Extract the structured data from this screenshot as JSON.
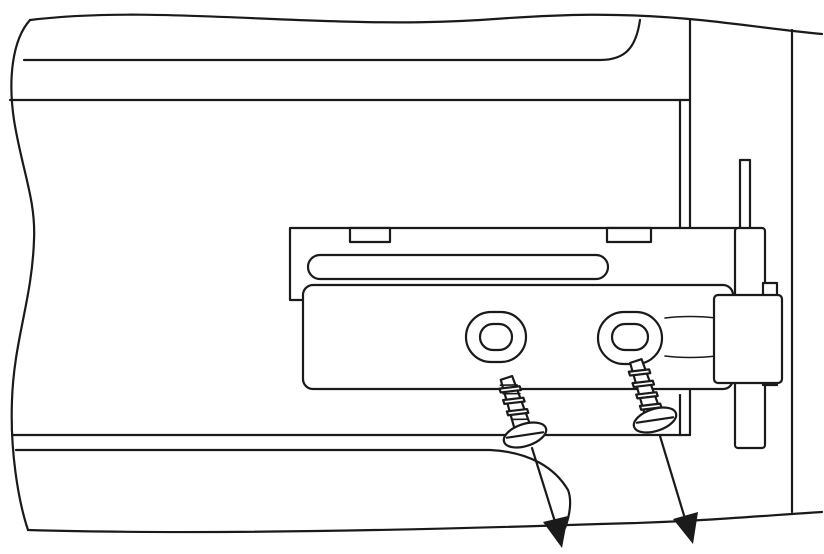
{
  "diagram": {
    "subject": "hinge-bracket-screw-removal",
    "screw_count": 2,
    "slot_count": 2,
    "colors": {
      "line": "#1a1a1a",
      "background": "#ffffff"
    },
    "icons": [
      "screw-icon",
      "removal-arrow-icon"
    ]
  }
}
